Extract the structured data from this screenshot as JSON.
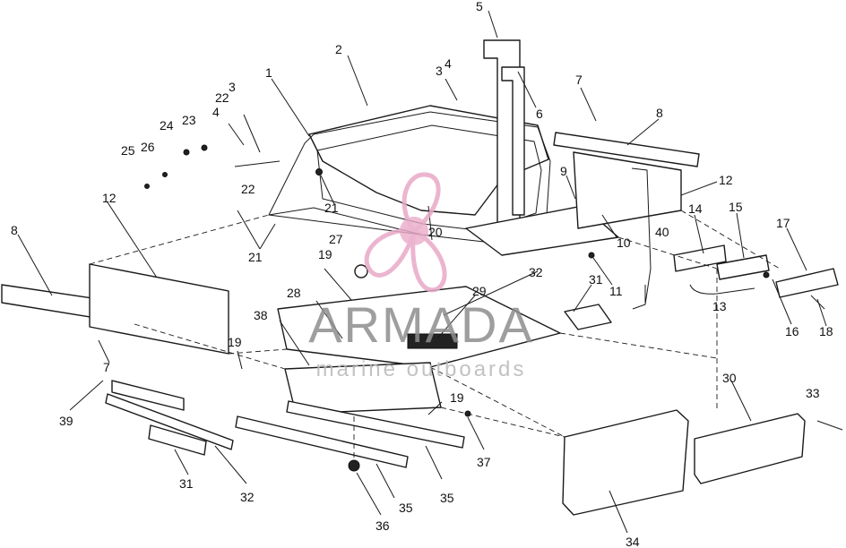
{
  "diagram": {
    "callouts": [
      "1",
      "2",
      "3",
      "4",
      "5",
      "6",
      "7",
      "8",
      "9",
      "10",
      "11",
      "12",
      "13",
      "14",
      "15",
      "16",
      "17",
      "18",
      "19",
      "20",
      "21",
      "22",
      "23",
      "24",
      "25",
      "26",
      "27",
      "28",
      "29",
      "30",
      "31",
      "32",
      "33",
      "34",
      "35",
      "36",
      "37",
      "38",
      "39",
      "40"
    ]
  },
  "watermark": {
    "brand": "ARMADA",
    "subtitle": "marine outboards",
    "logo_color": "#e9a9c7",
    "text_color": "#8e8e8e"
  }
}
